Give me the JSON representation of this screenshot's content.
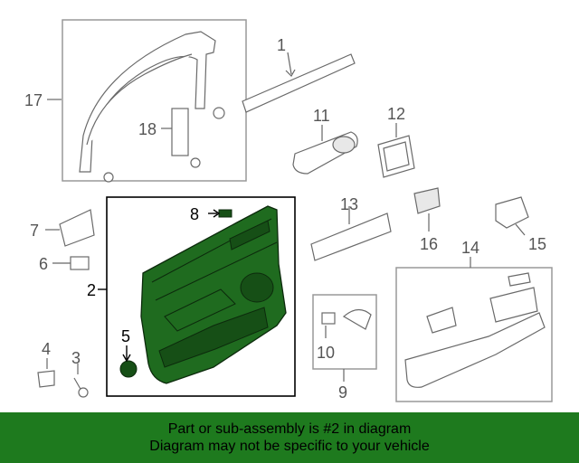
{
  "callouts": {
    "n1": "1",
    "n2": "2",
    "n3": "3",
    "n4": "4",
    "n5": "5",
    "n6": "6",
    "n7": "7",
    "n8": "8",
    "n9": "9",
    "n10": "10",
    "n11": "11",
    "n12": "12",
    "n13": "13",
    "n14": "14",
    "n15": "15",
    "n16": "16",
    "n17": "17",
    "n18": "18"
  },
  "banner": {
    "line1": "Part or sub-assembly is #2 in diagram",
    "line2": "Diagram may not be specific to your vehicle"
  },
  "colors": {
    "highlight": "#1f6b1f",
    "banner": "#1e7a1e"
  }
}
